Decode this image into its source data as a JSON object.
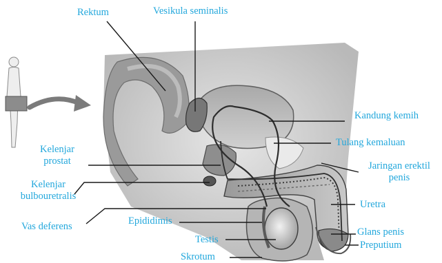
{
  "diagram": {
    "label_color": "#22a7dc",
    "leader_color": "#1a1a1a",
    "labels": {
      "rektum": "Rektum",
      "vesikula": "Vesikula seminalis",
      "kandung": "Kandung kemih",
      "tulang": "Tulang kemaluan",
      "jaringan_1": "Jaringan erektil",
      "jaringan_2": "penis",
      "kelenjar_prostat_1": "Kelenjar",
      "kelenjar_prostat_2": "prostat",
      "kelenjar_bulbo_1": "Kelenjar",
      "kelenjar_bulbo_2": "bulbouretralis",
      "uretra": "Uretra",
      "vas": "Vas deferens",
      "epididimis": "Epididimis",
      "glans": "Glans penis",
      "testis": "Testis",
      "preputium": "Preputium",
      "skrotum": "Skrotum"
    }
  }
}
